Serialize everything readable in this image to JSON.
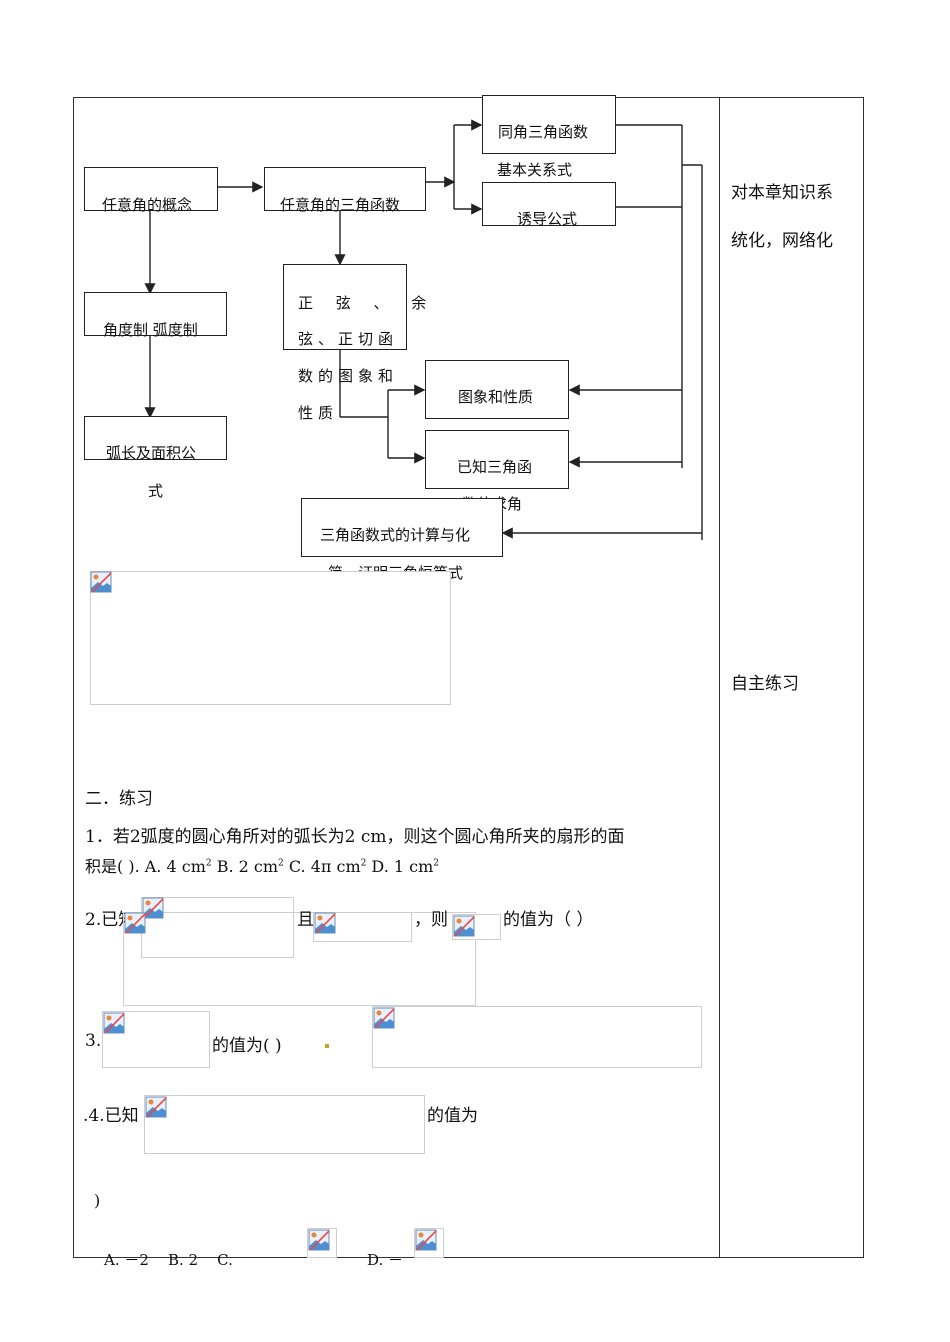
{
  "diagram": {
    "n_concept": "任意角的概念",
    "n_trig": "任意角的三角函数",
    "n_same_angle": "同角三角函数",
    "n_same_angle_2": "基本关系式",
    "n_induction": "诱导公式",
    "n_degree": "角度制 弧度制",
    "n_arc_1": "弧长及面积公",
    "n_arc_2": "式",
    "n_sine_1": "正 弦 、 余",
    "n_sine_2": "弦、正切函",
    "n_sine_3": "数的图象和",
    "n_sine_4": "性质",
    "n_graph": "图象和性质",
    "n_known_1": "已知三角函",
    "n_known_2": "数值求角",
    "n_calc_1": "三角函数式的计算与化",
    "n_calc_2": "简，证明三角恒等式"
  },
  "sidebar": {
    "note1_line1": "对本章知识系",
    "note1_line2": "统化，网络化",
    "note2": "自主练习"
  },
  "exercises": {
    "heading": "二．练习",
    "q1_line1": "1．若2弧度的圆心角所对的弧长为2 cm，则这个圆心角所夹的扇形的面",
    "q1_line2_a": "积是(    ). A. 4 cm",
    "q1_b": "  B. 2 cm",
    "q1_c": "  C. 4π  cm",
    "q1_d": "  D. 1 cm",
    "sq": "2",
    "q2_a": "2.已知",
    "q2_b": "且",
    "q2_c": "，则",
    "q2_d": "的值为（        ）",
    "q3_a": "3.",
    "q3_b": "的值为(          )",
    "q4_a": ".4.已知",
    "q4_b": "的值为",
    "q4_paren": ")",
    "q4_options": "A. －2    B. 2    C.",
    "q4_option_d": "D. －"
  }
}
